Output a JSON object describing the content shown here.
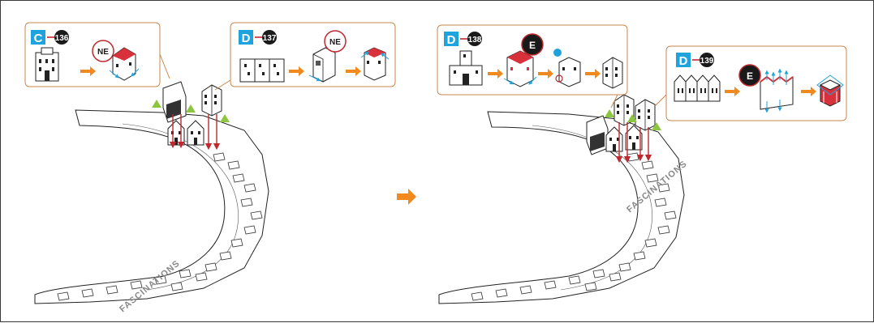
{
  "panels": [
    {
      "letter": "C",
      "step": "136",
      "badge": "NE"
    },
    {
      "letter": "D",
      "step": "137",
      "badge": "NE"
    },
    {
      "letter": "D",
      "step": "138",
      "badge": "E"
    },
    {
      "letter": "D",
      "step": "139",
      "badge": "E"
    }
  ],
  "watermark": "FASCINATIONS",
  "colors": {
    "accent_orange": "#f08a1f",
    "tag_blue": "#1fa3dd",
    "panel_border": "#c8864a",
    "triangle_green": "#8cc63e",
    "roof_red": "#d9313b"
  }
}
